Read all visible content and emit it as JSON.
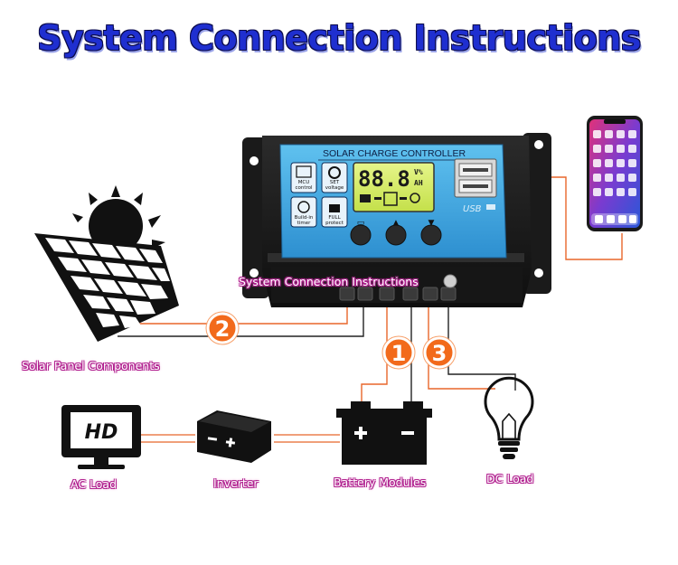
{
  "title": "System Connection Instructions",
  "controller": {
    "header": "SOLAR CHARGE CONTROLLER",
    "lcd_digits": "88.8",
    "lcd_units_top": "V%",
    "lcd_units_bottom": "AH",
    "badges": [
      "MCU control",
      "SET voltage",
      "Build-in timer",
      "FULL protect"
    ],
    "usb_label": "USB",
    "overlay_label": "System Connection Instructions"
  },
  "connections": [
    {
      "number": "1"
    },
    {
      "number": "2"
    },
    {
      "number": "3"
    }
  ],
  "components": {
    "solar_panel": "Solar Panel Components",
    "ac_load": "AC Load",
    "inverter": "Inverter",
    "battery": "Battery Modules",
    "dc_load": "DC Load",
    "tv_text": "HD"
  },
  "colors": {
    "title": "#1f2fd0",
    "wire_orange": "#e8662a",
    "wire_black": "#222222",
    "controller_face": "#3aa7e0",
    "badge_orange": "#f26a1b",
    "label_glow": "#d43aa8"
  }
}
